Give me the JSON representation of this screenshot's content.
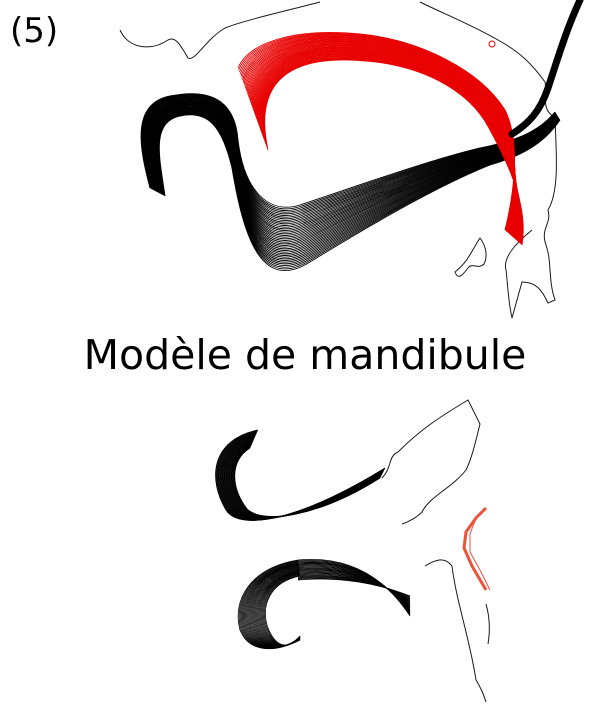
{
  "panel_label": "(5)",
  "caption": "Modèle de mandibule",
  "colors": {
    "tongue": "#e80000",
    "jaw": "#000000",
    "outline": "#1a1a1a",
    "lower_red": "#e8553a",
    "background": "#ffffff"
  },
  "icons": {
    "top_figure": "vocal-tract-midsagittal",
    "bottom_figure": "mandible-contour-detail"
  }
}
